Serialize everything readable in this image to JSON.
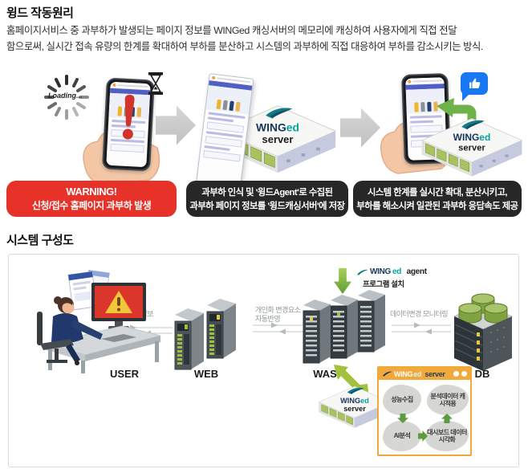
{
  "brand": {
    "wing": "WING",
    "ed": "ed",
    "server": "server",
    "agent": "agent"
  },
  "header": {
    "title": "윙드 작동원리",
    "desc1": "홈페이지서비스 중 과부하가 발생되는 페이지 정보를 WINGed 캐싱서버의 메모리에 캐싱하여 사용자에게 직접 전달",
    "desc2": "함으로써, 실시간 접속 유량의 한계를 확대하여 부하를 분산하고 시스템의 과부하에 직접 대응하여 부하를 감소시키는 방식."
  },
  "flow": {
    "loading_text": "Loading...",
    "warning": {
      "line1": "WARNING!",
      "line2": "신청/접수 홈페이지 과부하 발생"
    },
    "step2_caption": {
      "line1": "과부하 인식 및 '윙드Agent'로 수집된",
      "line2": "과부하 페이지 정보를 '윙드캐싱서버'에 저장"
    },
    "step3_caption": {
      "line1": "시스템 한계를 실시간 확대, 분산시키고,",
      "line2": "부하를 해소시켜 일관된 과부하 응답속도 제공"
    }
  },
  "diagram": {
    "title": "시스템 구성도",
    "nodes": {
      "user": "USER",
      "web": "WEB",
      "was": "WAS",
      "db": "DB"
    },
    "links": {
      "user_web": "실시간 정보",
      "web_was_line1": "개인화 변경요소",
      "web_was_line2": "자동반영",
      "was_db": "데이터변경 모니터링"
    },
    "agent_install": "프로그램 설치",
    "panel": {
      "bubble1": "성능수집",
      "bubble2": "분석데이터 캐시적용",
      "bubble3": "AI분석",
      "bubble4": "대시보드 데이터시각화"
    }
  },
  "colors": {
    "warning_red": "#e63228",
    "caption_black": "#272727",
    "accent_green": "#6fb24a",
    "brand_navy": "#16365c",
    "brand_teal": "#00a5a0",
    "panel_orange": "#f2a93b",
    "like_blue": "#1877f2"
  }
}
